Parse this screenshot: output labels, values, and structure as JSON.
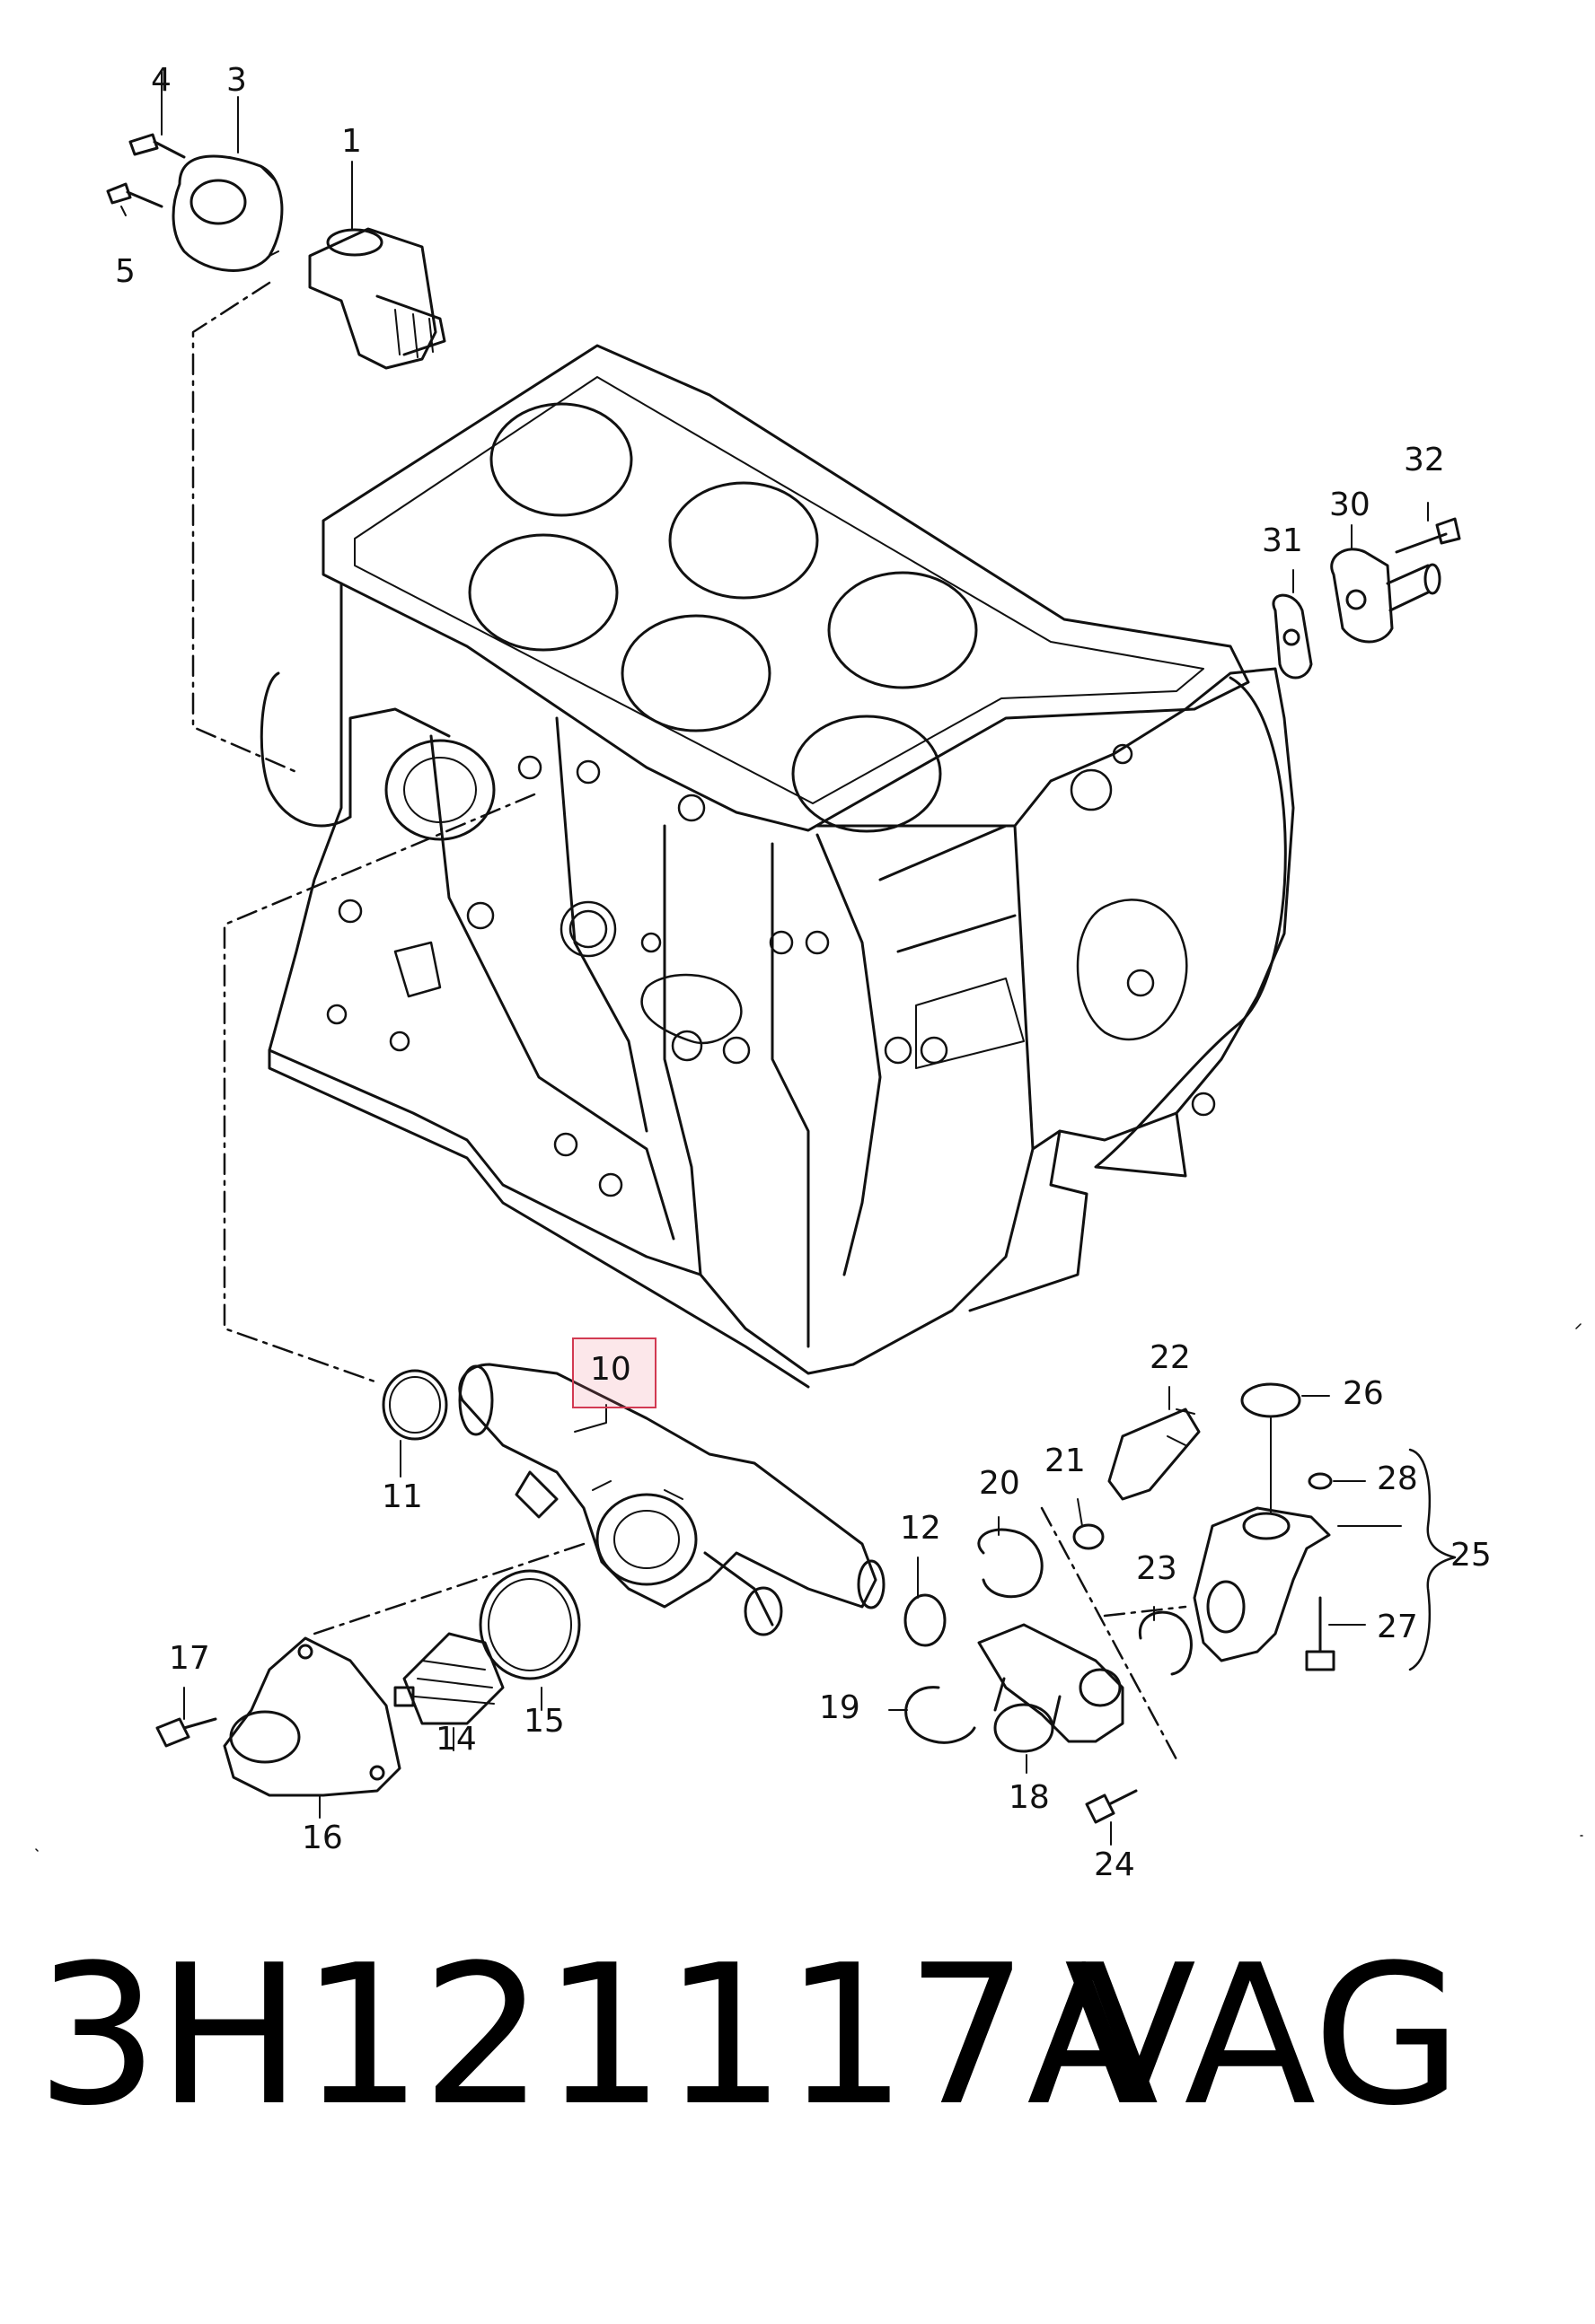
{
  "diagram": {
    "callouts": [
      "1",
      "3",
      "4",
      "5",
      "10",
      "11",
      "12",
      "14",
      "15",
      "16",
      "17",
      "18",
      "19",
      "20",
      "21",
      "22",
      "23",
      "24",
      "25",
      "26",
      "27",
      "28",
      "30",
      "31",
      "32"
    ],
    "highlighted_callout": "10"
  },
  "caption": {
    "part_number": "3H121117A",
    "brand": "VAG"
  }
}
